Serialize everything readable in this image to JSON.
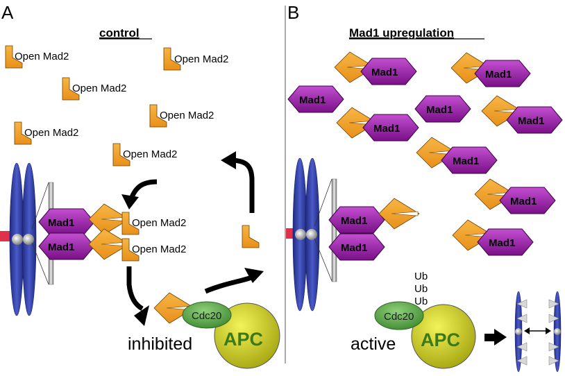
{
  "panels": {
    "a": {
      "letter": "A",
      "title": "control"
    },
    "b": {
      "letter": "B",
      "title": "Mad1 upregulation"
    }
  },
  "labels": {
    "open_mad2": "Open Mad2",
    "mad1": "Mad1",
    "cdc20": "Cdc20",
    "apc": "APC",
    "inhibited": "inhibited",
    "active": "active",
    "ub": "Ub"
  },
  "colors": {
    "mad2_orange": "#f5a623",
    "mad1_purple": "#9b1fa8",
    "cdc20_green": "#5aa84a",
    "apc_yellow": "#c8c820",
    "chromosome_blue": "#2b3a9e",
    "kinetochore_red": "#e0304a"
  }
}
